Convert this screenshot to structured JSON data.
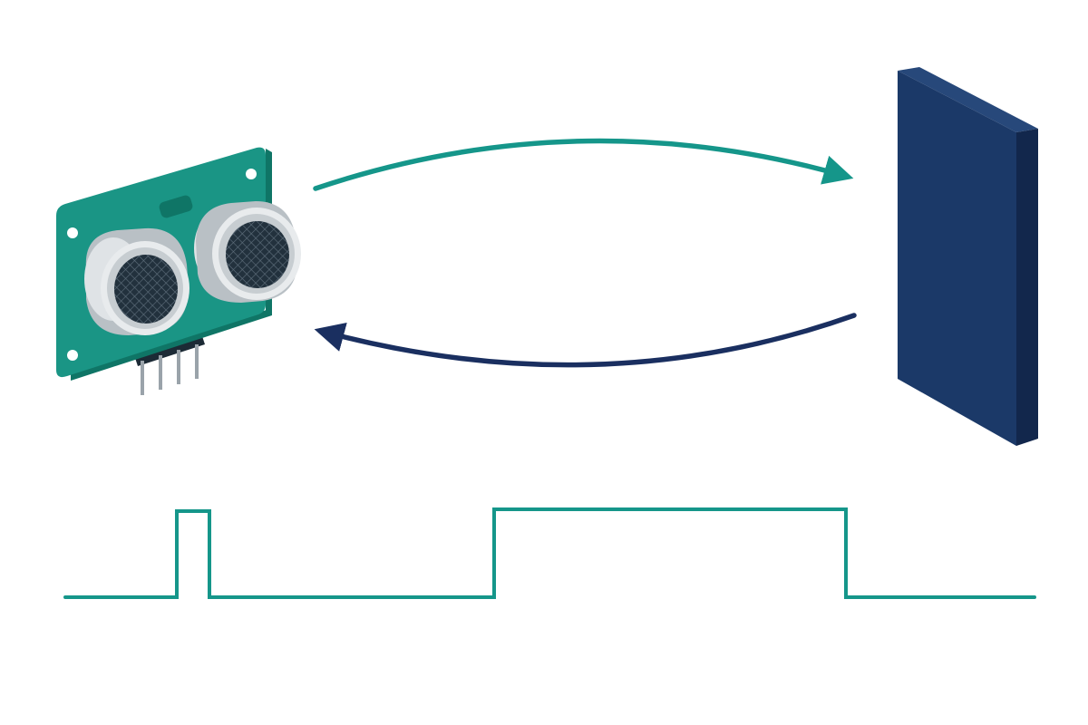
{
  "diagram": {
    "components": [
      {
        "id": "sensor",
        "icon": "ultrasonic-sensor-icon",
        "pins": 4,
        "transducers": 2
      },
      {
        "id": "obstacle",
        "icon": "wall-panel-icon"
      }
    ],
    "signals": [
      {
        "id": "transmitted-wave",
        "from": "sensor",
        "to": "obstacle"
      },
      {
        "id": "echo-wave",
        "from": "obstacle",
        "to": "sensor"
      }
    ],
    "timing_waveform": {
      "pulses": [
        {
          "id": "trigger-pulse",
          "relative_width": "short"
        },
        {
          "id": "echo-pulse",
          "relative_width": "long"
        }
      ]
    }
  },
  "colors": {
    "board_teal": "#1a9585",
    "board_teal_dark": "#0f7566",
    "board_teal_light": "#2bae9d",
    "transducer_silver": "#dfe3e6",
    "transducer_silver_dark": "#b9c0c5",
    "mesh_dark": "#22313d",
    "pin_dark": "#1c2a35",
    "pin_silver": "#9aa3aa",
    "wall_front": "#1b3968",
    "wall_side": "#12274c",
    "wall_top": "#27487a",
    "outgoing_arrow": "#15968a",
    "echo_arrow": "#1a2f60",
    "waveform": "#15968a"
  }
}
